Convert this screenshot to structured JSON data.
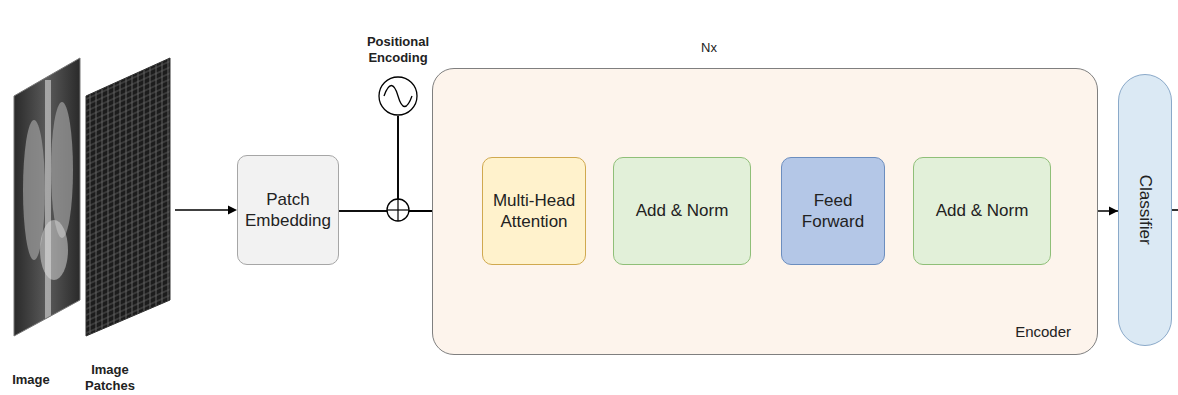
{
  "diagram": {
    "nodes": [
      {
        "text": [
          "Patch Embedding"
        ]
      },
      {
        "text": [
          "Positional Encoding"
        ]
      },
      {
        "text": [
          "Nx",
          "Encoder"
        ]
      },
      {
        "text": [
          "Multi-Head Attention"
        ],
        "in": 2
      },
      {
        "text": [
          "Add & Norm"
        ],
        "in": 2
      },
      {
        "text": [
          "Feed Forward"
        ],
        "in": 2
      },
      {
        "text": [
          "Add & Norm"
        ],
        "in": 2
      },
      {
        "text": [
          "Classifier"
        ]
      }
    ],
    "edges": [
      {
        "from": 0,
        "to": 3,
        "arrow": "to"
      },
      {
        "from": 0,
        "to": 4,
        "arrow": "to"
      },
      {
        "from": 1,
        "to": 3,
        "arrow": "to"
      },
      {
        "from": 1,
        "to": 4,
        "arrow": "to"
      },
      {
        "from": 3,
        "to": 4,
        "arrow": "none"
      },
      {
        "from": 4,
        "to": 5,
        "arrow": "to"
      },
      {
        "from": 4,
        "to": 6,
        "arrow": "to"
      },
      {
        "from": 5,
        "to": 6,
        "arrow": "none"
      },
      {
        "from": 6,
        "to": 7,
        "arrow": "to"
      }
    ],
    "labels": [
      "Image",
      "Image Patches"
    ]
  }
}
